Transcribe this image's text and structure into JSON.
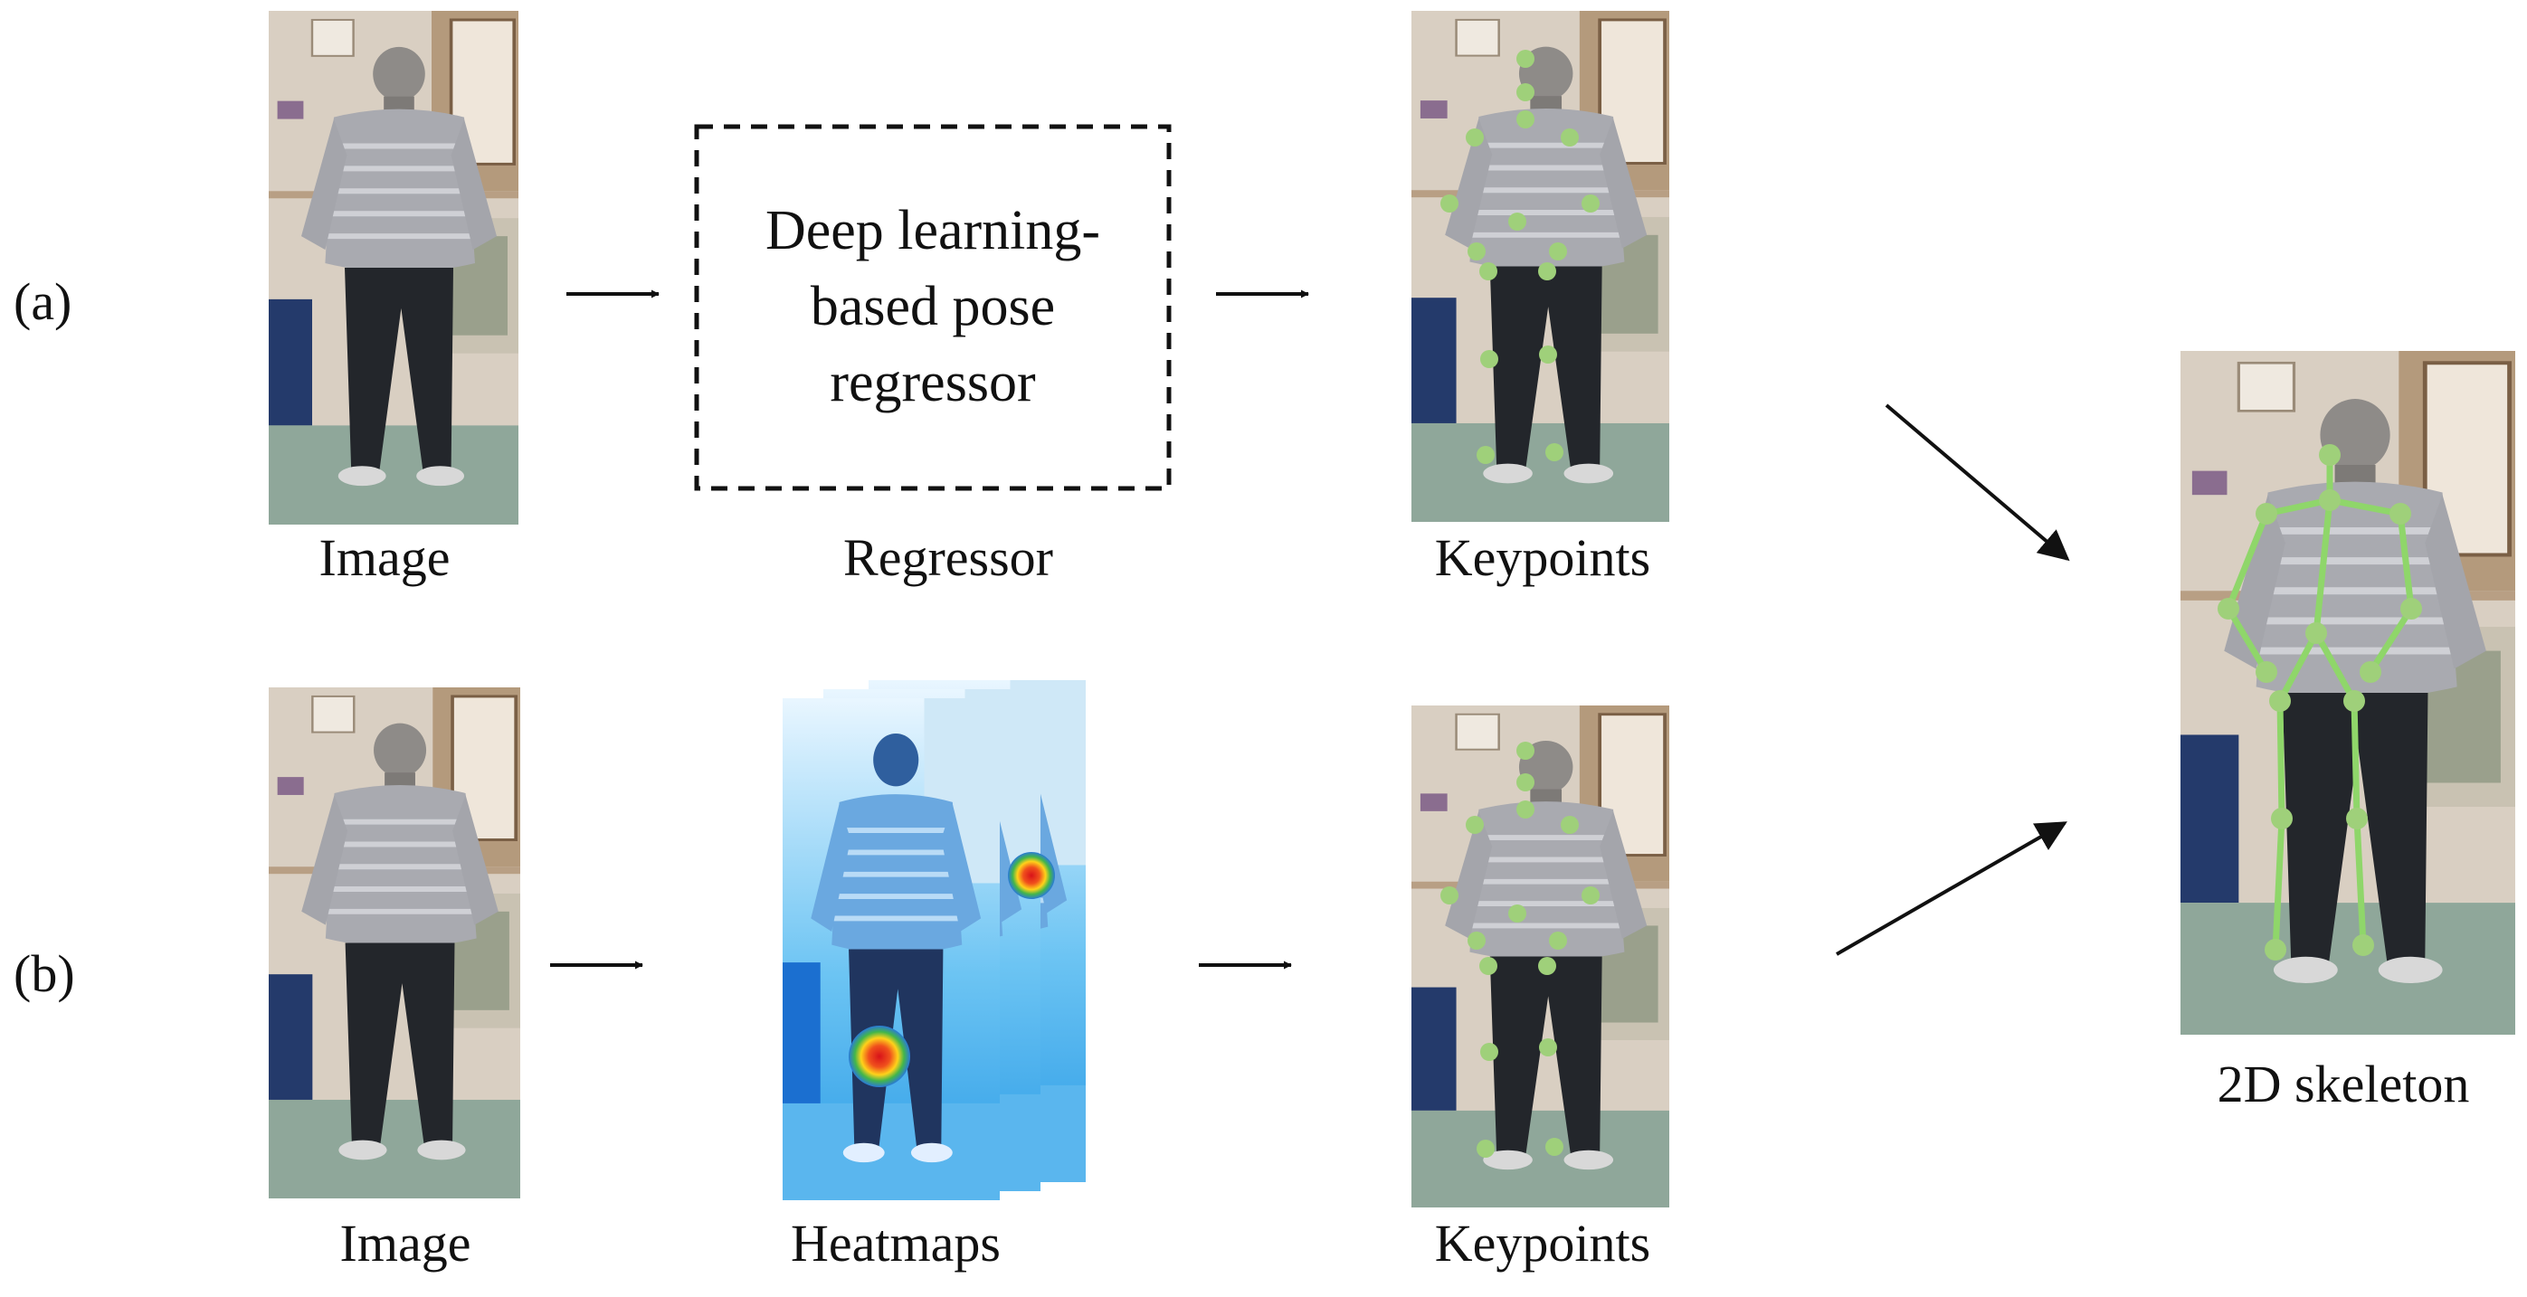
{
  "row_labels": {
    "a": "(a)",
    "b": "(b)"
  },
  "captions": {
    "image_a": "Image",
    "regressor": "Regressor",
    "keypoints_a": "Keypoints",
    "image_b": "Image",
    "heatmaps": "Heatmaps",
    "keypoints_b": "Keypoints",
    "skeleton": "2D skeleton"
  },
  "regressor_box": {
    "line1": "Deep learning-",
    "line2": "based pose",
    "line3": "regressor"
  },
  "colors": {
    "keypoint": "#9fd07a",
    "skeleton_line": "#8fd66a",
    "wall": "#d8cdbf",
    "sweater": "#a9aab0",
    "trousers": "#23262b",
    "floor": "#7f9a8c",
    "heatmap_tint": "#3aa7e8"
  }
}
